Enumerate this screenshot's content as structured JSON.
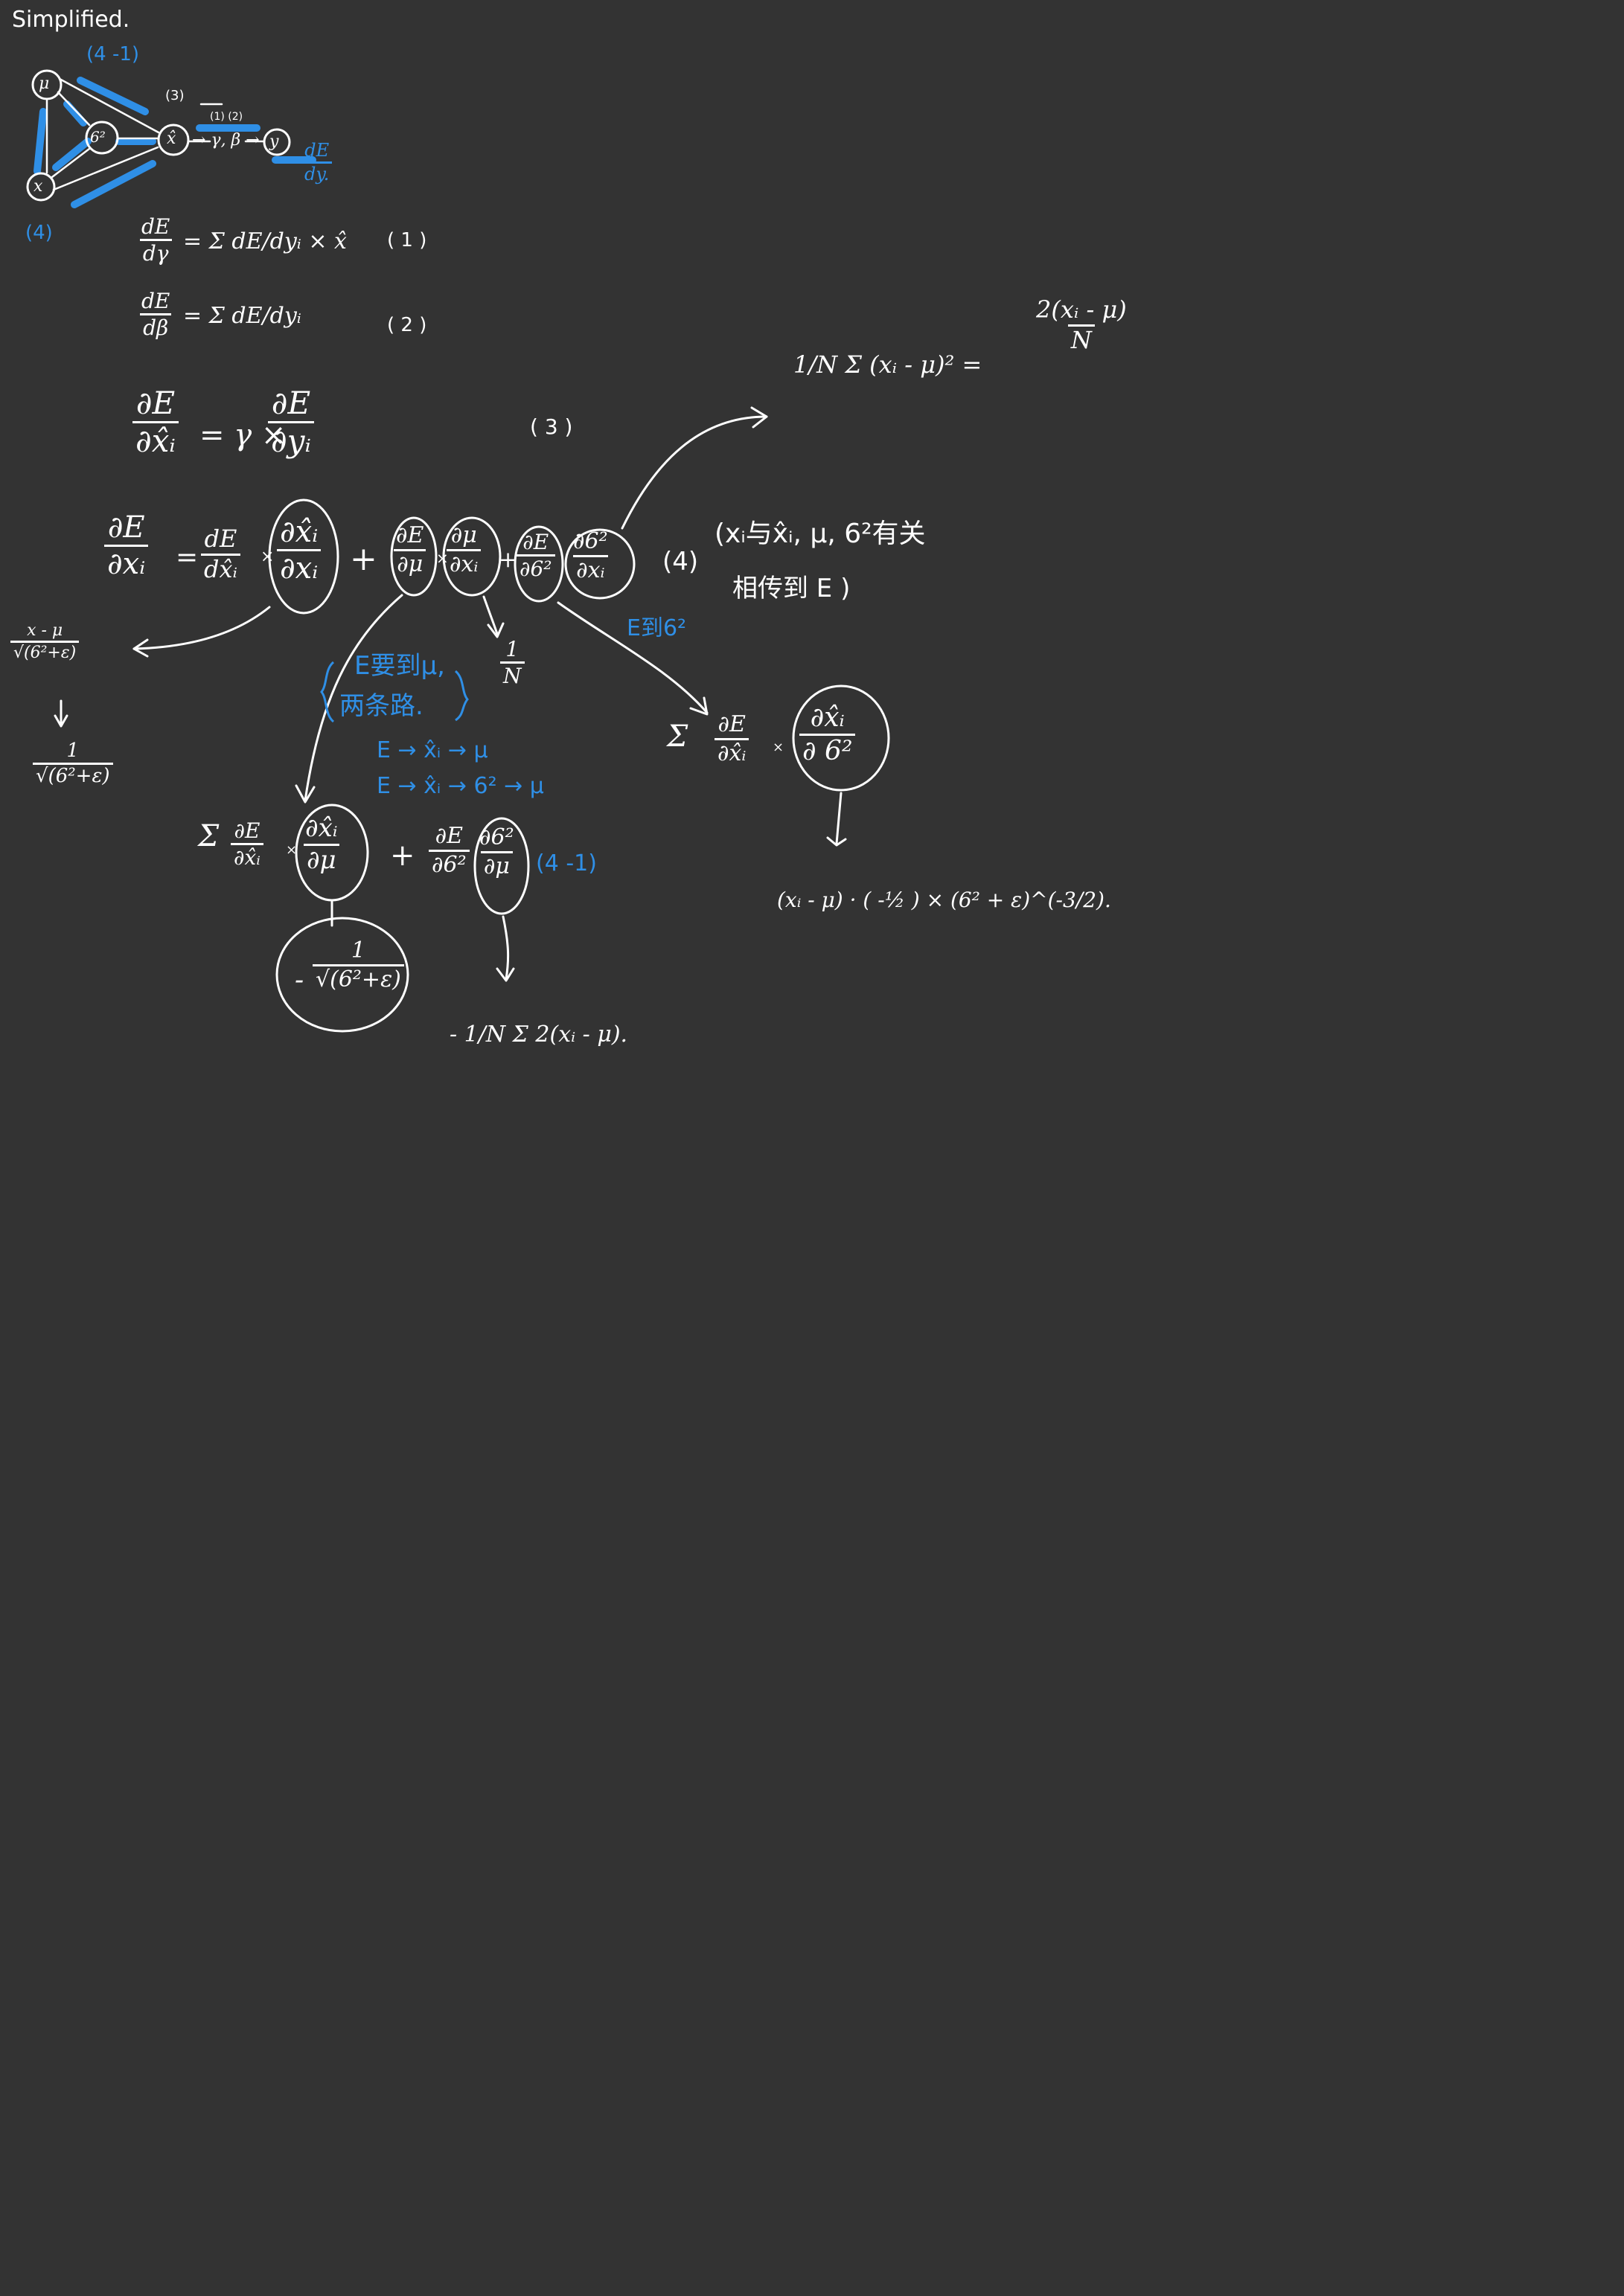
{
  "title": "Simplified.",
  "diagram": {
    "nodes": {
      "mu": "μ",
      "sigma2": "6²",
      "x": "x",
      "xhat": "x̂",
      "y": "y"
    },
    "edge_labels": {
      "top": "(4 -1)",
      "xhat_in": "(3)",
      "gamma_beta": "(1) (2)",
      "gamma_beta_text": "→ γ, β →",
      "bottom": "(4)"
    },
    "output_grad": {
      "num": "dE",
      "den": "dy."
    }
  },
  "equations": {
    "eq1": {
      "lhs_num": "dE",
      "lhs_den": "dγ",
      "rhs": "= Σ dE/dyᵢ × x̂",
      "label": "( 1 )"
    },
    "eq2": {
      "lhs_num": "dE",
      "lhs_den": "dβ",
      "rhs": "= Σ dE/dyᵢ",
      "label": "( 2 )"
    },
    "eq3": {
      "lhs_num": "∂E",
      "lhs_den": "∂x̂ᵢ",
      "rhs_pre": "= γ ×",
      "rhs_num": "∂E",
      "rhs_den": "∂yᵢ",
      "label": "( 3 )"
    },
    "eq4": {
      "lhs_num": "∂E",
      "lhs_den": "∂xᵢ",
      "t1_num": "dE",
      "t1_den": "dx̂ᵢ",
      "t2_num": "∂x̂ᵢ",
      "t2_den": "∂xᵢ",
      "t3_num": "∂E",
      "t3_den": "∂μ",
      "t4_num": "∂μ",
      "t4_den": "∂xᵢ",
      "t5_num": "∂E",
      "t5_den": "∂6²",
      "t6_num": "∂6²",
      "t6_den": "∂xᵢ",
      "label": "(4)"
    }
  },
  "notes": {
    "relation_line1": "(xᵢ与x̂ᵢ, μ, 6²有关",
    "relation_line2": "相传到 E )",
    "e_to_sigma": "E到6²",
    "two_paths_title": "E要到μ,",
    "two_paths_sub": "两条路.",
    "path1": "E → x̂ᵢ → μ",
    "path2": "E → x̂ᵢ → 6² → μ"
  },
  "derivations": {
    "variance": {
      "pre": "1/N Σ (xᵢ - μ)²  =",
      "num": "2(xᵢ - μ)",
      "den": "N"
    },
    "dmu_dx": {
      "num": "1",
      "den": "N"
    },
    "dxhat_dx_left": {
      "num": "x - μ",
      "den": "√(6²+ε)"
    },
    "dxhat_dx_result": {
      "num": "1",
      "den": "√(6²+ε)"
    },
    "dE_dsigma": {
      "sum": "Σ",
      "t1_num": "∂E",
      "t1_den": "∂x̂ᵢ",
      "t2_num": "∂x̂ᵢ",
      "t2_den": "∂ 6²"
    },
    "dE_dsigma_result": "(xᵢ - μ) · ( -½ ) × (6² + ε)^(-3/2).",
    "dE_dmu": {
      "sum": "Σ",
      "t1_num": "∂E",
      "t1_den": "∂x̂ᵢ",
      "t2_num": "∂x̂ᵢ",
      "t2_den": "∂μ",
      "t3_num": "∂E",
      "t3_den": "∂6²",
      "t4_num": "∂6²",
      "t4_den": "∂μ",
      "label": "(4 -1)"
    },
    "dxhat_dmu_result": {
      "pre": "-",
      "num": "1",
      "den": "√(6²+ε)"
    },
    "dsigma_dmu_result": "- 1/N Σ 2(xᵢ - μ)."
  },
  "colors": {
    "background": "#333333",
    "ink": "#ffffff",
    "accent": "#2f8fe6"
  }
}
